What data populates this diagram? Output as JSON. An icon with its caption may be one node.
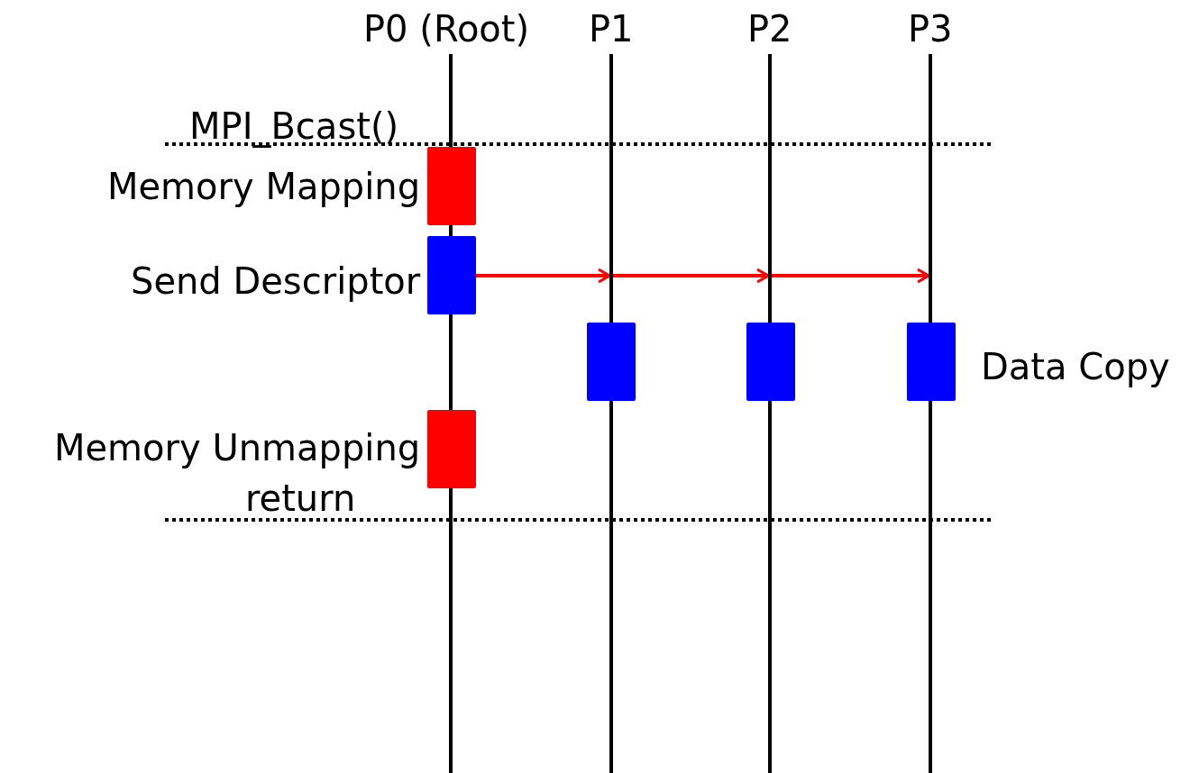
{
  "diagram": {
    "nodes": [
      {
        "text": [
          "P0 (Root)"
        ]
      },
      {
        "text": [
          "P1"
        ]
      },
      {
        "text": [
          "P2"
        ]
      },
      {
        "text": [
          "P3"
        ]
      },
      {
        "text": [],
        "shape": "box",
        "beside": [
          "Memory Mapping"
        ]
      },
      {
        "text": [],
        "shape": "box",
        "beside": [
          "Send Descriptor"
        ]
      },
      {
        "text": [],
        "shape": "box"
      },
      {
        "text": [],
        "shape": "box"
      },
      {
        "text": [],
        "shape": "box",
        "beside": [
          "Data Copy"
        ]
      },
      {
        "text": [],
        "shape": "box",
        "beside": [
          "Memory Unmapping"
        ]
      }
    ],
    "edges": [
      {
        "from": 5,
        "to": 1,
        "arrow": "to"
      },
      {
        "from": 5,
        "to": 2,
        "arrow": "to"
      },
      {
        "from": 5,
        "to": 3,
        "arrow": "to"
      }
    ],
    "labels": [
      "MPI_Bcast()",
      "return"
    ]
  }
}
